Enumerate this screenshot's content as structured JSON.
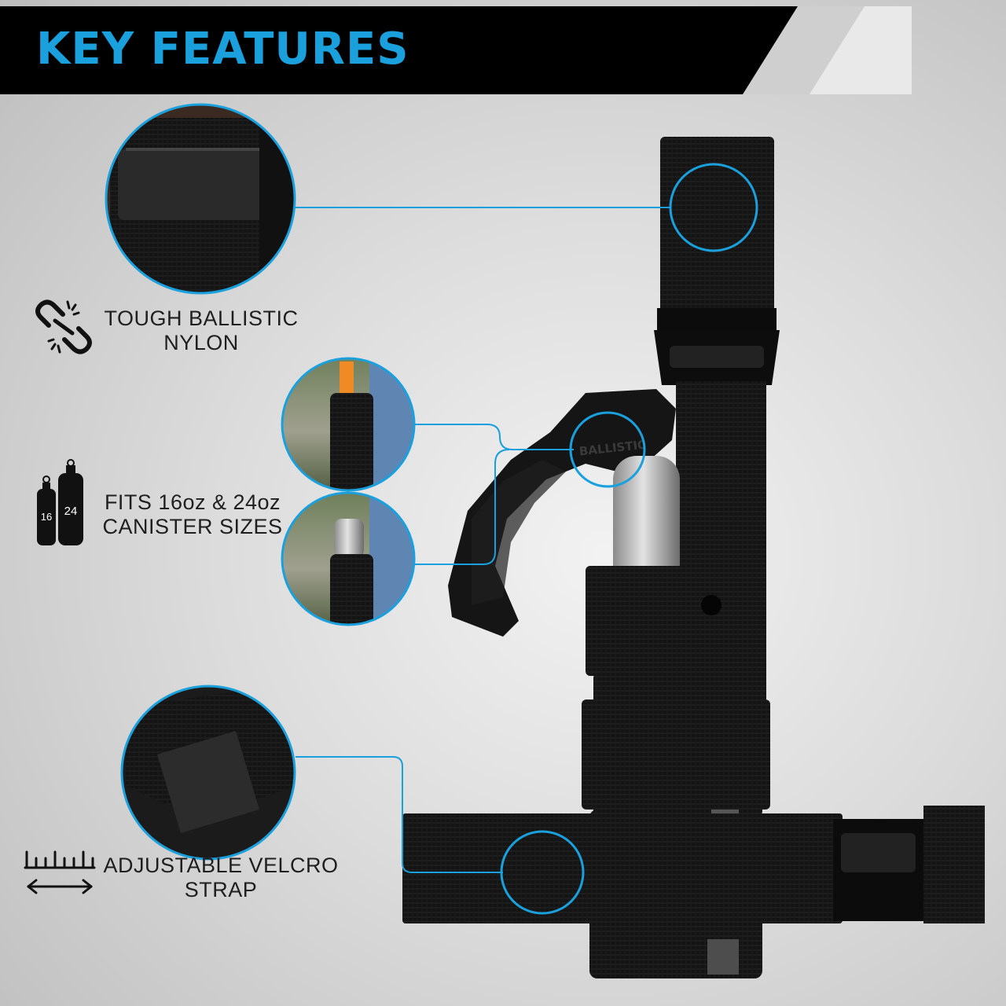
{
  "banner": {
    "title": "KEY FEATURES"
  },
  "colors": {
    "accent": "#1aa0dc",
    "banner_bg": "#000000",
    "label_text": "#1f1f1f"
  },
  "features": [
    {
      "id": "nylon",
      "line1": "TOUGH BALLISTIC",
      "line2": "NYLON",
      "icon": "broken-chain-icon"
    },
    {
      "id": "sizes",
      "line1": "FITS 16oz & 24oz",
      "line2": "CANISTER SIZES",
      "icon": "canister-pair-icon",
      "icon_labels": {
        "small": "16",
        "large": "24"
      }
    },
    {
      "id": "strap",
      "line1": "ADJUSTABLE VELCRO",
      "line2": "STRAP",
      "icon": "ruler-arrows-icon"
    }
  ],
  "product": {
    "brand_mark": "BALLISTIC"
  }
}
